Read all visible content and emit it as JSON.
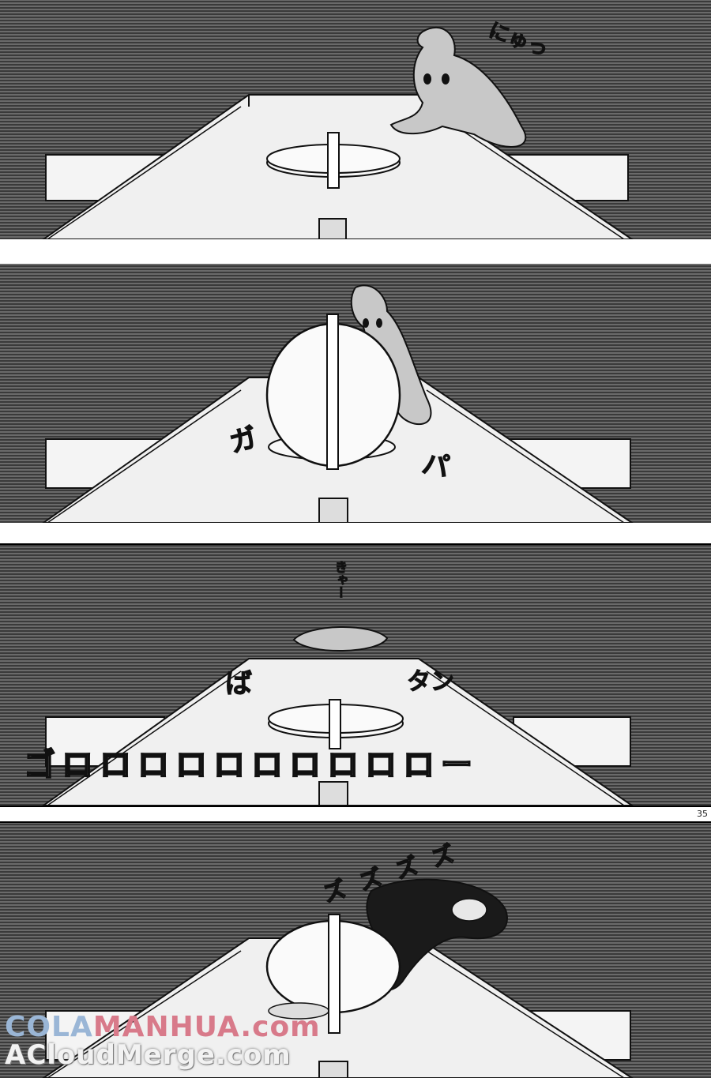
{
  "panels": [
    {
      "sfx": [
        "にゅっ"
      ]
    },
    {
      "sfx": [
        "ガ",
        "パ"
      ]
    },
    {
      "sfx": [
        "きゃー",
        "ば",
        "タン",
        "ゴロロロロロロロロロロー"
      ]
    },
    {
      "sfx": [
        "ズズズズ"
      ]
    }
  ],
  "page_number": "35",
  "watermark": {
    "line1_a": "COLA",
    "line1_b": "MANHUA.com",
    "line2": "ACloudMerge.com"
  },
  "colors": {
    "background": "#3a3a3a",
    "table": "#f2f2f2",
    "ink": "#111111",
    "ghost": "#c8c8c8"
  }
}
